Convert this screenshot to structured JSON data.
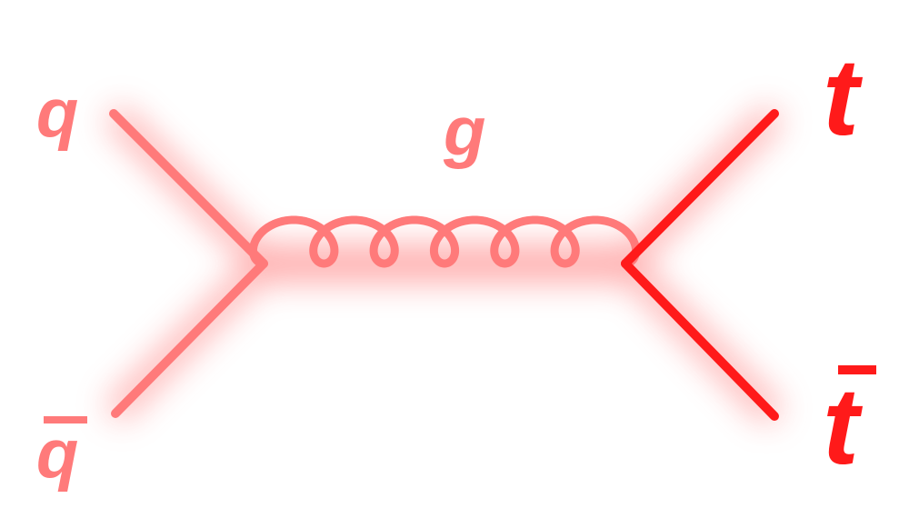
{
  "diagram": {
    "labels": {
      "quark": "q",
      "antiquark": "q",
      "gluon": "g",
      "top": "t",
      "antitop": "t"
    },
    "colors": {
      "incoming": "#ff7a7a",
      "outgoing": "#ff1a1a",
      "glow": "#ff6666",
      "background": "#ffffff"
    }
  }
}
